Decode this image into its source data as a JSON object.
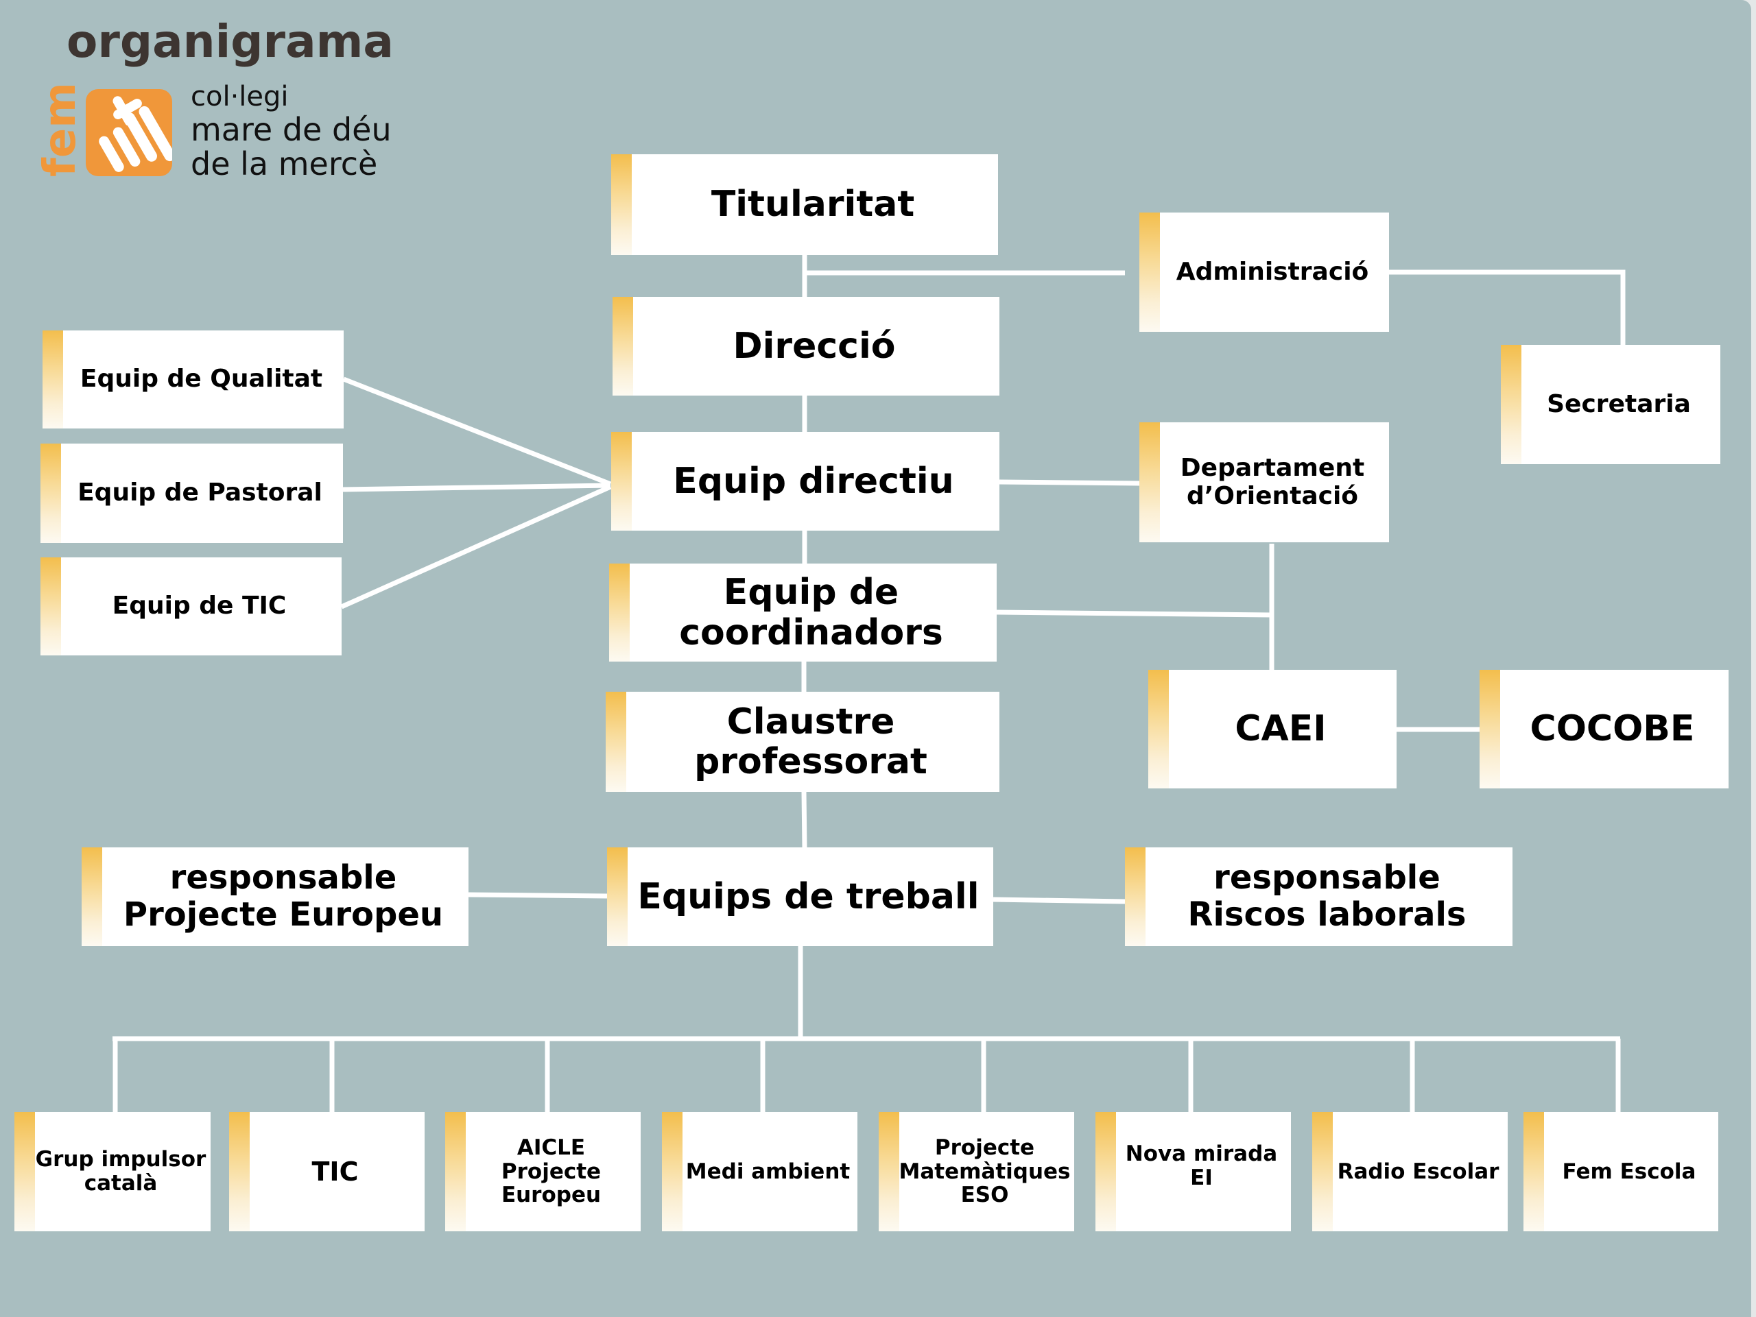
{
  "header": {
    "title": "organigrama",
    "logo_side_text": "fem",
    "school_line1": "col·legi",
    "school_line2": "mare de déu",
    "school_line3": "de la mercè",
    "brand_color": "#f0973a",
    "logo_icon": "hands-and-cross-logo"
  },
  "colors": {
    "background": "#a9bec0",
    "box": "#ffffff",
    "accent_top": "#f3be4d",
    "connector": "#ffffff",
    "text": "#000000",
    "title": "#3d3531"
  },
  "nodes": {
    "titularitat": "Titularitat",
    "direccio": "Direcció",
    "administracio": "Administració",
    "secretaria": "Secretaria",
    "equip_qualitat": "Equip de Qualitat",
    "equip_pastoral": "Equip de Pastoral",
    "equip_tic": "Equip de TIC",
    "equip_directiu": "Equip directiu",
    "departament_orientacio": "Departament\nd’Orientació",
    "equip_coordinadors": "Equip de\ncoordinadors",
    "claustre": "Claustre\nprofessorat",
    "caei": "CAEI",
    "cocobe": "COCOBE",
    "resp_projecte_europeu": "responsable\nProjecte Europeu",
    "equips_treball": "Equips de treball",
    "resp_riscos": "responsable\nRiscos laborals"
  },
  "work_teams": [
    "Grup impulsor\ncatalà",
    "TIC",
    "AICLE\nProjecte Europeu",
    "Medi ambient",
    "Projecte\nMatemàtiques\nESO",
    "Nova mirada\nEI",
    "Radio Escolar",
    "Fem Escola"
  ],
  "edges": [
    [
      "titularitat",
      "direccio"
    ],
    [
      "titularitat",
      "administracio"
    ],
    [
      "administracio",
      "secretaria"
    ],
    [
      "direccio",
      "equip_directiu"
    ],
    [
      "equip_directiu",
      "equip_qualitat"
    ],
    [
      "equip_directiu",
      "equip_pastoral"
    ],
    [
      "equip_directiu",
      "equip_tic"
    ],
    [
      "equip_directiu",
      "departament_orientacio"
    ],
    [
      "equip_directiu",
      "equip_coordinadors"
    ],
    [
      "departament_orientacio",
      "caei"
    ],
    [
      "equip_coordinadors",
      "caei"
    ],
    [
      "caei",
      "cocobe"
    ],
    [
      "equip_coordinadors",
      "claustre"
    ],
    [
      "claustre",
      "equips_treball"
    ],
    [
      "equips_treball",
      "resp_projecte_europeu"
    ],
    [
      "equips_treball",
      "resp_riscos"
    ],
    [
      "equips_treball",
      "work_teams"
    ]
  ]
}
